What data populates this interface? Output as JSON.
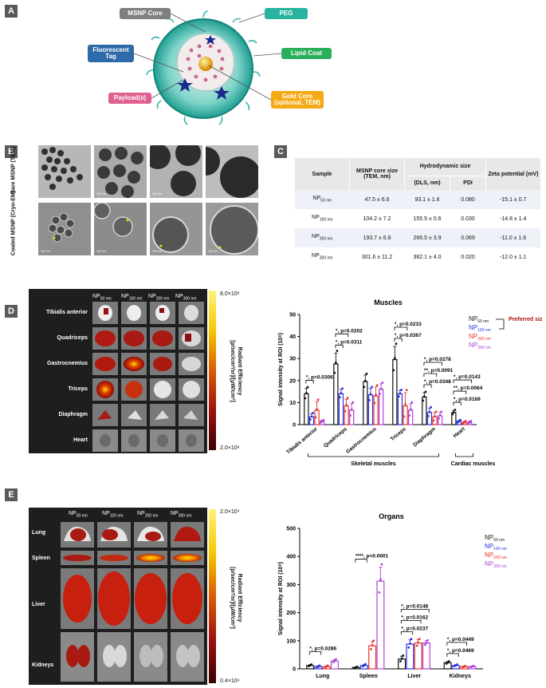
{
  "panel_a": {
    "letter": "A",
    "callouts": [
      {
        "key": "core",
        "text": "MSNP Core",
        "color": "#7f7f7f"
      },
      {
        "key": "peg",
        "text": "PEG",
        "color": "#28b3a1"
      },
      {
        "key": "fluor",
        "text": "Fluorescent Tag",
        "color": "#2f6aa8"
      },
      {
        "key": "lipid",
        "text": "Lipid Coat",
        "color": "#2aae5a"
      },
      {
        "key": "payload",
        "text": "Payload(s)",
        "color": "#e0608f"
      },
      {
        "key": "gold",
        "text": "Gold Core (optional, TEM)",
        "color": "#f3aa14"
      }
    ]
  },
  "panel_b": {
    "letter": "B",
    "row_labels": [
      "Bare MSNP (TEM)",
      "Coated MSNP (Cryo-EM)"
    ],
    "scale_bars_top": [
      "",
      "100 nm",
      "100 nm",
      ""
    ],
    "scale_bars_bottom": [
      "100 nm",
      "100 nm",
      "100 nm",
      "100 nm"
    ]
  },
  "panel_c": {
    "letter": "C",
    "headers": {
      "sample": "Sample",
      "core": "MSNP core size (TEM, nm)",
      "hydro": "Hydrodynamic size",
      "dls": "(DLS, nm)",
      "pdi": "PDI",
      "zeta": "Zeta potential (mV)"
    },
    "rows": [
      {
        "sample": "NP",
        "sub": "50 nm",
        "core": "47.5 ± 6.6",
        "dls": "93.1 ± 1.6",
        "pdi": "0.080",
        "zeta": "-15.1 ± 0.7"
      },
      {
        "sample": "NP",
        "sub": "100 nm",
        "core": "104.2 ± 7.2",
        "dls": "155.5 ± 0.6",
        "pdi": "0.030",
        "zeta": "-14.8 ± 1.4"
      },
      {
        "sample": "NP",
        "sub": "200 nm",
        "core": "193.7 ± 6.8",
        "dls": "266.5 ± 3.9",
        "pdi": "0.069",
        "zeta": "-11.0 ± 1.6"
      },
      {
        "sample": "NP",
        "sub": "300 nm",
        "core": "301.6 ± 11.2",
        "dls": "382.1 ± 4.0",
        "pdi": "0.020",
        "zeta": "-12.0 ± 1.1"
      }
    ]
  },
  "panel_d": {
    "letter": "D",
    "col_labels": [
      {
        "main": "NP",
        "sub": "50 nm"
      },
      {
        "main": "NP",
        "sub": "100 nm"
      },
      {
        "main": "NP",
        "sub": "200 nm"
      },
      {
        "main": "NP",
        "sub": "300 nm"
      }
    ],
    "row_labels": [
      "Tibialis anterior",
      "Quadriceps",
      "Gastrocnemius",
      "Triceps",
      "Diaphragm",
      "Heart"
    ],
    "colorbar": {
      "max": "8.0×10⁸",
      "min": "2.0×10⁸",
      "label": "Radiant Efficiency [p/sec/cm²/sr]/[μW/cm²]"
    }
  },
  "panel_e": {
    "letter": "E",
    "col_labels": [
      {
        "main": "NP",
        "sub": "50 nm"
      },
      {
        "main": "NP",
        "sub": "100 nm"
      },
      {
        "main": "NP",
        "sub": "200 nm"
      },
      {
        "main": "NP",
        "sub": "300 nm"
      }
    ],
    "row_labels": [
      "Lung",
      "Spleen",
      "Liver",
      "Kidneys"
    ],
    "colorbar": {
      "max": "2.0×10⁹",
      "min": "0.4×10⁹",
      "label": "Radiant Efficiency [p/sec/cm²/sr]/[μW/cm²]"
    }
  },
  "colors": {
    "np50": "#111111",
    "np100": "#2a34e0",
    "np200": "#e8342a",
    "np300": "#b040d8",
    "preferred": "#b01010"
  },
  "chart_data": [
    {
      "type": "bar",
      "title": "Muscles",
      "ylabel": "Signal intensity at ROI (10⁸)",
      "ylim": [
        0,
        50
      ],
      "yticks": [
        0,
        10,
        20,
        30,
        40,
        50
      ],
      "categories": [
        "Tibialis anterior",
        "Quadriceps",
        "Gastrocnemius",
        "Triceps",
        "Diaphragm",
        "Heart"
      ],
      "series": [
        {
          "name": "NP",
          "sub": "50 nm",
          "color": "#111111",
          "values": [
            14,
            27.5,
            19.5,
            29.5,
            12.5,
            5.5
          ],
          "errors": [
            2.5,
            5,
            3,
            6,
            2,
            1
          ]
        },
        {
          "name": "NP",
          "sub": "100 nm",
          "color": "#2a34e0",
          "values": [
            3.5,
            14,
            13.5,
            14,
            5.5,
            1.5
          ],
          "errors": [
            1.5,
            2,
            3,
            1.5,
            2,
            0.5
          ]
        },
        {
          "name": "NP",
          "sub": "200 nm",
          "color": "#e8342a",
          "values": [
            6.5,
            8.5,
            13,
            8.5,
            3.5,
            1
          ],
          "errors": [
            4,
            3,
            4,
            6,
            2,
            0.5
          ]
        },
        {
          "name": "NP",
          "sub": "300 nm",
          "color": "#b040d8",
          "values": [
            1.5,
            6.5,
            16,
            6.5,
            4,
            1
          ],
          "errors": [
            0.5,
            3,
            2.5,
            3,
            1.5,
            0.5
          ]
        }
      ],
      "annotations": [
        {
          "text": "*, p=0.0306",
          "group": 0
        },
        {
          "text": "*, p=0.0202",
          "group": 1
        },
        {
          "text": "*, p=0.0311",
          "group": 1
        },
        {
          "text": "*, p=0.0233",
          "group": 3
        },
        {
          "text": "*, p=0.0367",
          "group": 3
        },
        {
          "text": "*, p=0.0278",
          "group": 4
        },
        {
          "text": "**, p=0.0091",
          "group": 4
        },
        {
          "text": "*, p=0.0348",
          "group": 4
        },
        {
          "text": "*, p=0.0143",
          "group": 5
        },
        {
          "text": "**, p=0.0064",
          "group": 5
        },
        {
          "text": "*, p=0.0169",
          "group": 5
        }
      ],
      "group_labels": [
        "Skeletal muscles",
        "Cardiac muscles"
      ],
      "legend_note": "Preferred size range"
    },
    {
      "type": "bar",
      "title": "Organs",
      "ylabel": "Signal intensity at ROI (10⁸)",
      "ylim": [
        0,
        500
      ],
      "yticks": [
        0,
        100,
        200,
        300,
        400,
        500
      ],
      "categories": [
        "Lung",
        "Spleen",
        "Liver",
        "Kidneys"
      ],
      "series": [
        {
          "name": "NP",
          "sub": "50 nm",
          "color": "#111111",
          "values": [
            12,
            5,
            35,
            22
          ],
          "errors": [
            3,
            2,
            10,
            4
          ]
        },
        {
          "name": "NP",
          "sub": "100 nm",
          "color": "#2a34e0",
          "values": [
            8,
            12,
            88,
            12
          ],
          "errors": [
            3,
            4,
            15,
            3
          ]
        },
        {
          "name": "NP",
          "sub": "200 nm",
          "color": "#e8342a",
          "values": [
            8,
            82,
            92,
            8
          ],
          "errors": [
            3,
            15,
            12,
            2
          ]
        },
        {
          "name": "NP",
          "sub": "300 nm",
          "color": "#b040d8",
          "values": [
            28,
            312,
            92,
            8
          ],
          "errors": [
            5,
            50,
            8,
            2
          ]
        }
      ],
      "annotations": [
        {
          "text": "*, p=0.0286",
          "group": 0
        },
        {
          "text": "****, p<0.0001",
          "group": 1
        },
        {
          "text": "*, p=0.0148",
          "group": 2
        },
        {
          "text": "*, p=0.0162",
          "group": 2
        },
        {
          "text": "*, p=0.0237",
          "group": 2
        },
        {
          "text": "*, p=0.0449",
          "group": 3
        },
        {
          "text": "*, p=0.0469",
          "group": 3
        }
      ]
    }
  ]
}
